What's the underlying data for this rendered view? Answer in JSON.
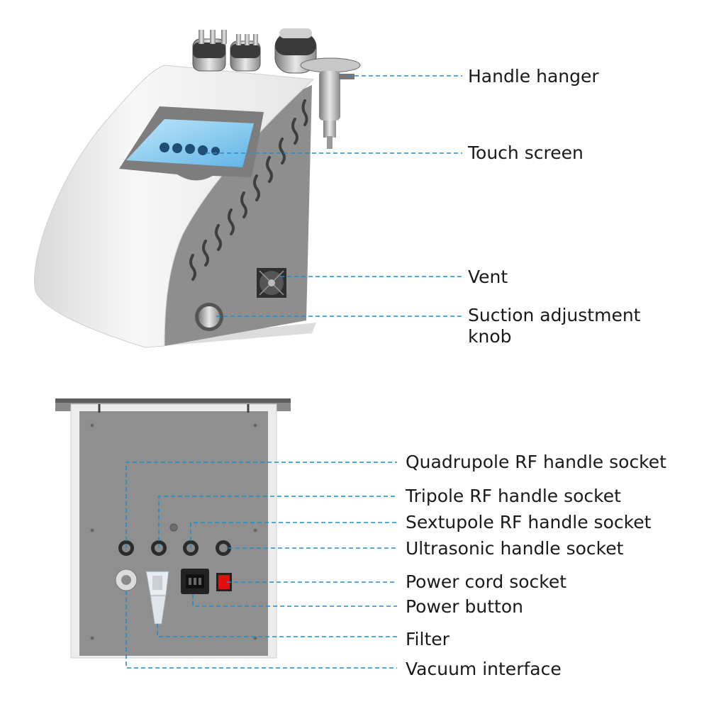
{
  "colors": {
    "leader": "#1e8fc8",
    "body_white": "#f1f1f1",
    "panel_gray": "#8d8d8d",
    "text": "#1a1a1a",
    "power_button_red": "#e01010"
  },
  "top_view_labels": [
    {
      "id": "handle-hanger",
      "text": "Handle hanger"
    },
    {
      "id": "touch-screen",
      "text": "Touch screen"
    },
    {
      "id": "vent",
      "text": "Vent"
    },
    {
      "id": "suction-knob",
      "text": "Suction adjustment\nknob"
    }
  ],
  "rear_view_labels": [
    {
      "id": "quadrupole-socket",
      "text": "Quadrupole RF handle socket"
    },
    {
      "id": "tripole-socket",
      "text": "Tripole RF handle socket"
    },
    {
      "id": "sextupole-socket",
      "text": "Sextupole RF handle socket"
    },
    {
      "id": "ultrasonic-socket",
      "text": "Ultrasonic handle socket"
    },
    {
      "id": "power-cord-socket",
      "text": "Power cord socket"
    },
    {
      "id": "power-button",
      "text": "Power button"
    },
    {
      "id": "filter",
      "text": "Filter"
    },
    {
      "id": "vacuum-interface",
      "text": "Vacuum interface"
    }
  ]
}
